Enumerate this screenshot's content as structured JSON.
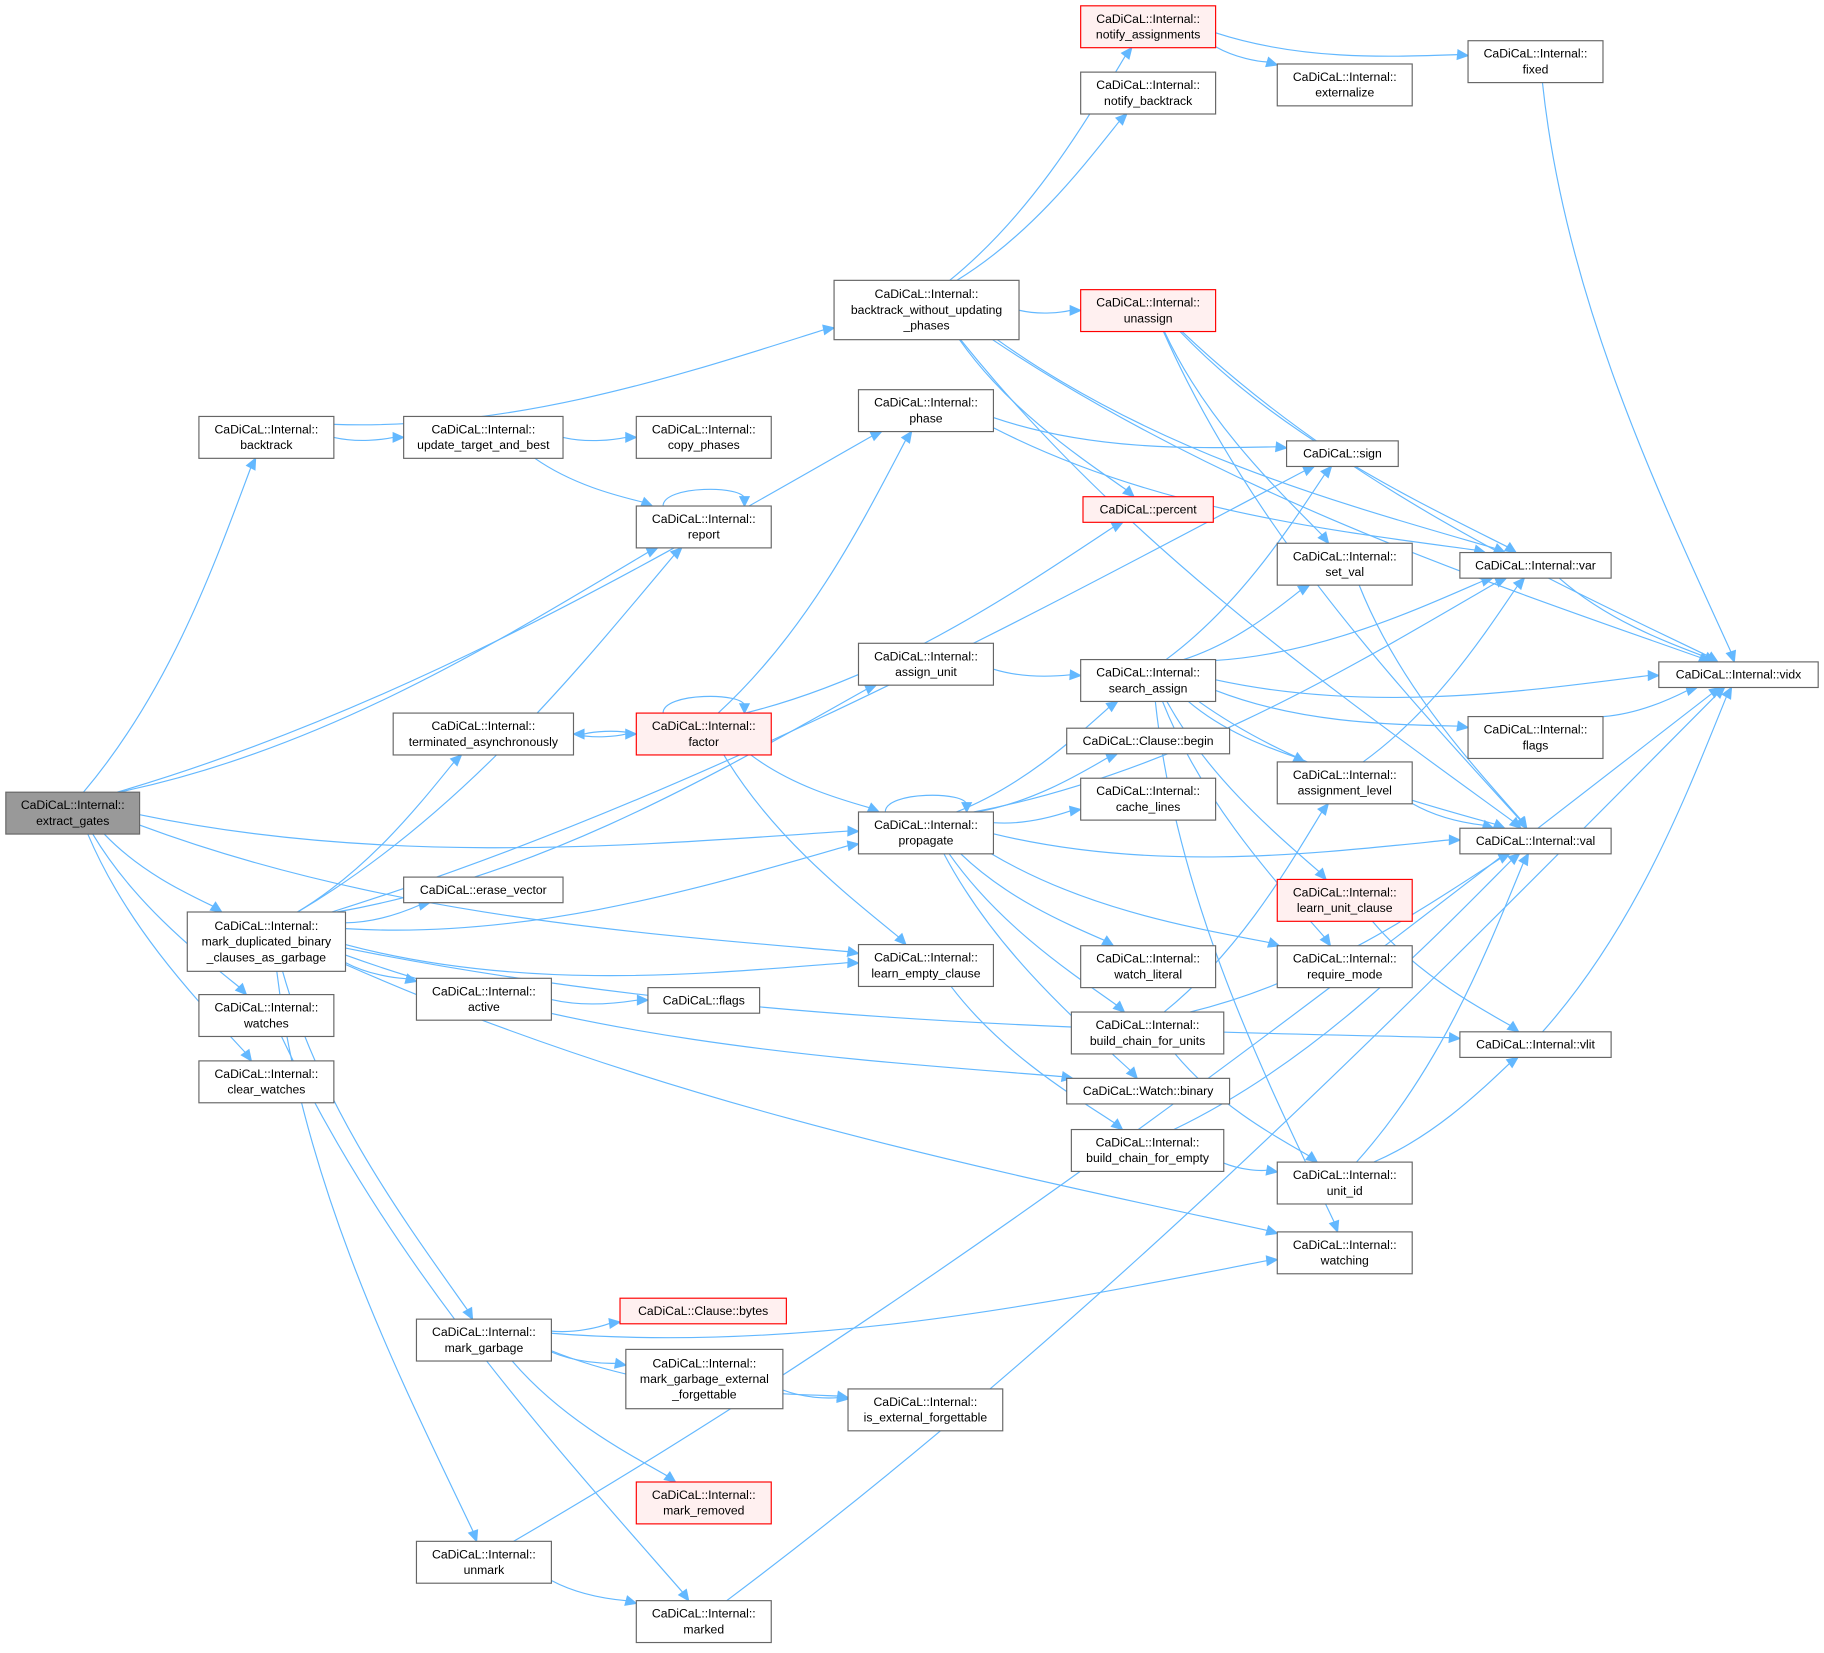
{
  "colors": {
    "edge": "#63b8ff",
    "highlight_fill": "#999999",
    "red_border": "#ff0000",
    "red_fill": "#fff0f0",
    "border": "#666666"
  },
  "nodes": [
    {
      "id": "extract_gates",
      "lines": [
        "CaDiCaL::Internal::",
        "extract_gates"
      ],
      "style": "highlight"
    },
    {
      "id": "backtrack",
      "lines": [
        "CaDiCaL::Internal::",
        "backtrack"
      ],
      "style": "normal"
    },
    {
      "id": "mark_dup",
      "lines": [
        "CaDiCaL::Internal::",
        "mark_duplicated_binary",
        "_clauses_as_garbage"
      ],
      "style": "normal"
    },
    {
      "id": "watches",
      "lines": [
        "CaDiCaL::Internal::",
        "watches"
      ],
      "style": "normal"
    },
    {
      "id": "clear_watches",
      "lines": [
        "CaDiCaL::Internal::",
        "clear_watches"
      ],
      "style": "normal"
    },
    {
      "id": "btwup",
      "lines": [
        "CaDiCaL::Internal::",
        "backtrack_without_updating",
        "_phases"
      ],
      "style": "normal"
    },
    {
      "id": "update_tb",
      "lines": [
        "CaDiCaL::Internal::",
        "update_target_and_best"
      ],
      "style": "normal"
    },
    {
      "id": "copy_phases",
      "lines": [
        "CaDiCaL::Internal::",
        "copy_phases"
      ],
      "style": "normal"
    },
    {
      "id": "report",
      "lines": [
        "CaDiCaL::Internal::",
        "report"
      ],
      "style": "normal"
    },
    {
      "id": "phase",
      "lines": [
        "CaDiCaL::Internal::",
        "phase"
      ],
      "style": "normal"
    },
    {
      "id": "notify_assignments",
      "lines": [
        "CaDiCaL::Internal::",
        "notify_assignments"
      ],
      "style": "red"
    },
    {
      "id": "notify_backtrack",
      "lines": [
        "CaDiCaL::Internal::",
        "notify_backtrack"
      ],
      "style": "normal"
    },
    {
      "id": "externalize",
      "lines": [
        "CaDiCaL::Internal::",
        "externalize"
      ],
      "style": "normal"
    },
    {
      "id": "fixed",
      "lines": [
        "CaDiCaL::Internal::",
        "fixed"
      ],
      "style": "normal"
    },
    {
      "id": "unassign",
      "lines": [
        "CaDiCaL::Internal::",
        "unassign"
      ],
      "style": "red"
    },
    {
      "id": "percent",
      "lines": [
        "CaDiCaL::percent"
      ],
      "style": "red"
    },
    {
      "id": "sign",
      "lines": [
        "CaDiCaL::sign"
      ],
      "style": "normal"
    },
    {
      "id": "set_val",
      "lines": [
        "CaDiCaL::Internal::",
        "set_val"
      ],
      "style": "normal"
    },
    {
      "id": "var",
      "lines": [
        "CaDiCaL::Internal::var"
      ],
      "style": "normal"
    },
    {
      "id": "vidx",
      "lines": [
        "CaDiCaL::Internal::vidx"
      ],
      "style": "normal"
    },
    {
      "id": "assign_unit",
      "lines": [
        "CaDiCaL::Internal::",
        "assign_unit"
      ],
      "style": "normal"
    },
    {
      "id": "search_assign",
      "lines": [
        "CaDiCaL::Internal::",
        "search_assign"
      ],
      "style": "normal"
    },
    {
      "id": "iflags",
      "lines": [
        "CaDiCaL::Internal::",
        "flags"
      ],
      "style": "normal"
    },
    {
      "id": "terminated",
      "lines": [
        "CaDiCaL::Internal::",
        "terminated_asynchronously"
      ],
      "style": "normal"
    },
    {
      "id": "factor",
      "lines": [
        "CaDiCaL::Internal::",
        "factor"
      ],
      "style": "red"
    },
    {
      "id": "propagate",
      "lines": [
        "CaDiCaL::Internal::",
        "propagate"
      ],
      "style": "normal"
    },
    {
      "id": "clause_begin",
      "lines": [
        "CaDiCaL::Clause::begin"
      ],
      "style": "normal"
    },
    {
      "id": "cache_lines",
      "lines": [
        "CaDiCaL::Internal::",
        "cache_lines"
      ],
      "style": "normal"
    },
    {
      "id": "assignment_level",
      "lines": [
        "CaDiCaL::Internal::",
        "assignment_level"
      ],
      "style": "normal"
    },
    {
      "id": "val",
      "lines": [
        "CaDiCaL::Internal::val"
      ],
      "style": "normal"
    },
    {
      "id": "learn_unit_clause",
      "lines": [
        "CaDiCaL::Internal::",
        "learn_unit_clause"
      ],
      "style": "red"
    },
    {
      "id": "require_mode",
      "lines": [
        "CaDiCaL::Internal::",
        "require_mode"
      ],
      "style": "normal"
    },
    {
      "id": "erase_vector",
      "lines": [
        "CaDiCaL::erase_vector"
      ],
      "style": "normal"
    },
    {
      "id": "learn_empty_clause",
      "lines": [
        "CaDiCaL::Internal::",
        "learn_empty_clause"
      ],
      "style": "normal"
    },
    {
      "id": "active",
      "lines": [
        "CaDiCaL::Internal::",
        "active"
      ],
      "style": "normal"
    },
    {
      "id": "cflags",
      "lines": [
        "CaDiCaL::flags"
      ],
      "style": "normal"
    },
    {
      "id": "watch_literal",
      "lines": [
        "CaDiCaL::Internal::",
        "watch_literal"
      ],
      "style": "normal"
    },
    {
      "id": "bcfu",
      "lines": [
        "CaDiCaL::Internal::",
        "build_chain_for_units"
      ],
      "style": "normal"
    },
    {
      "id": "watch_binary",
      "lines": [
        "CaDiCaL::Watch::binary"
      ],
      "style": "normal"
    },
    {
      "id": "bcfe",
      "lines": [
        "CaDiCaL::Internal::",
        "build_chain_for_empty"
      ],
      "style": "normal"
    },
    {
      "id": "unit_id",
      "lines": [
        "CaDiCaL::Internal::",
        "unit_id"
      ],
      "style": "normal"
    },
    {
      "id": "vlit",
      "lines": [
        "CaDiCaL::Internal::vlit"
      ],
      "style": "normal"
    },
    {
      "id": "watching",
      "lines": [
        "CaDiCaL::Internal::",
        "watching"
      ],
      "style": "normal"
    },
    {
      "id": "mark_garbage",
      "lines": [
        "CaDiCaL::Internal::",
        "mark_garbage"
      ],
      "style": "normal"
    },
    {
      "id": "clause_bytes",
      "lines": [
        "CaDiCaL::Clause::bytes"
      ],
      "style": "red"
    },
    {
      "id": "mgef",
      "lines": [
        "CaDiCaL::Internal::",
        "mark_garbage_external",
        "_forgettable"
      ],
      "style": "normal"
    },
    {
      "id": "is_ext_forg",
      "lines": [
        "CaDiCaL::Internal::",
        "is_external_forgettable"
      ],
      "style": "normal"
    },
    {
      "id": "mark_removed",
      "lines": [
        "CaDiCaL::Internal::",
        "mark_removed"
      ],
      "style": "red"
    },
    {
      "id": "unmark",
      "lines": [
        "CaDiCaL::Internal::",
        "unmark"
      ],
      "style": "normal"
    },
    {
      "id": "marked",
      "lines": [
        "CaDiCaL::Internal::",
        "marked"
      ],
      "style": "normal"
    }
  ],
  "edges": [
    [
      "extract_gates",
      "backtrack"
    ],
    [
      "extract_gates",
      "phase"
    ],
    [
      "extract_gates",
      "report"
    ],
    [
      "extract_gates",
      "mark_dup"
    ],
    [
      "extract_gates",
      "watches"
    ],
    [
      "extract_gates",
      "clear_watches"
    ],
    [
      "extract_gates",
      "propagate"
    ],
    [
      "extract_gates",
      "learn_empty_clause"
    ],
    [
      "backtrack",
      "btwup"
    ],
    [
      "backtrack",
      "update_tb"
    ],
    [
      "update_tb",
      "copy_phases"
    ],
    [
      "update_tb",
      "report"
    ],
    [
      "report",
      "report"
    ],
    [
      "btwup",
      "notify_assignments"
    ],
    [
      "btwup",
      "notify_backtrack"
    ],
    [
      "btwup",
      "unassign"
    ],
    [
      "btwup",
      "percent"
    ],
    [
      "btwup",
      "val"
    ],
    [
      "btwup",
      "vidx"
    ],
    [
      "btwup",
      "var"
    ],
    [
      "notify_assignments",
      "externalize"
    ],
    [
      "notify_assignments",
      "fixed"
    ],
    [
      "fixed",
      "vidx"
    ],
    [
      "unassign",
      "set_val"
    ],
    [
      "unassign",
      "vidx"
    ],
    [
      "unassign",
      "val"
    ],
    [
      "unassign",
      "var"
    ],
    [
      "phase",
      "sign"
    ],
    [
      "phase",
      "var"
    ],
    [
      "mark_dup",
      "report"
    ],
    [
      "mark_dup",
      "sign"
    ],
    [
      "mark_dup",
      "assign_unit"
    ],
    [
      "mark_dup",
      "terminated"
    ],
    [
      "mark_dup",
      "erase_vector"
    ],
    [
      "mark_dup",
      "propagate"
    ],
    [
      "mark_dup",
      "active"
    ],
    [
      "mark_dup",
      "learn_empty_clause"
    ],
    [
      "mark_dup",
      "watch_binary"
    ],
    [
      "mark_dup",
      "watching"
    ],
    [
      "mark_dup",
      "vlit"
    ],
    [
      "mark_dup",
      "mark_garbage"
    ],
    [
      "mark_dup",
      "unmark"
    ],
    [
      "terminated",
      "factor"
    ],
    [
      "factor",
      "terminated"
    ],
    [
      "factor",
      "factor"
    ],
    [
      "factor",
      "phase"
    ],
    [
      "factor",
      "percent"
    ],
    [
      "factor",
      "propagate"
    ],
    [
      "factor",
      "learn_empty_clause"
    ],
    [
      "assign_unit",
      "search_assign"
    ],
    [
      "search_assign",
      "sign"
    ],
    [
      "search_assign",
      "set_val"
    ],
    [
      "search_assign",
      "var"
    ],
    [
      "search_assign",
      "vidx"
    ],
    [
      "search_assign",
      "iflags"
    ],
    [
      "search_assign",
      "assignment_level"
    ],
    [
      "search_assign",
      "val"
    ],
    [
      "search_assign",
      "learn_unit_clause"
    ],
    [
      "search_assign",
      "require_mode"
    ],
    [
      "search_assign",
      "watching"
    ],
    [
      "propagate",
      "propagate"
    ],
    [
      "propagate",
      "search_assign"
    ],
    [
      "propagate",
      "clause_begin"
    ],
    [
      "propagate",
      "cache_lines"
    ],
    [
      "propagate",
      "var"
    ],
    [
      "propagate",
      "watch_literal"
    ],
    [
      "propagate",
      "bcfu"
    ],
    [
      "propagate",
      "watch_binary"
    ],
    [
      "propagate",
      "require_mode"
    ],
    [
      "propagate",
      "val"
    ],
    [
      "set_val",
      "val"
    ],
    [
      "var",
      "vidx"
    ],
    [
      "iflags",
      "vidx"
    ],
    [
      "assignment_level",
      "var"
    ],
    [
      "assignment_level",
      "val"
    ],
    [
      "learn_unit_clause",
      "vlit"
    ],
    [
      "vlit",
      "vidx"
    ],
    [
      "active",
      "cflags"
    ],
    [
      "learn_empty_clause",
      "bcfe"
    ],
    [
      "bcfu",
      "assignment_level"
    ],
    [
      "bcfu",
      "val"
    ],
    [
      "bcfu",
      "unit_id"
    ],
    [
      "bcfe",
      "unit_id"
    ],
    [
      "bcfe",
      "val"
    ],
    [
      "unit_id",
      "vlit"
    ],
    [
      "unit_id",
      "val"
    ],
    [
      "mark_garbage",
      "clause_bytes"
    ],
    [
      "mark_garbage",
      "mgef"
    ],
    [
      "mark_garbage",
      "is_ext_forg"
    ],
    [
      "mark_garbage",
      "mark_removed"
    ],
    [
      "mark_garbage",
      "watching"
    ],
    [
      "mgef",
      "is_ext_forg"
    ],
    [
      "unmark",
      "vidx"
    ],
    [
      "unmark",
      "marked"
    ],
    [
      "marked",
      "vidx"
    ],
    [
      "watches",
      "marked"
    ]
  ]
}
